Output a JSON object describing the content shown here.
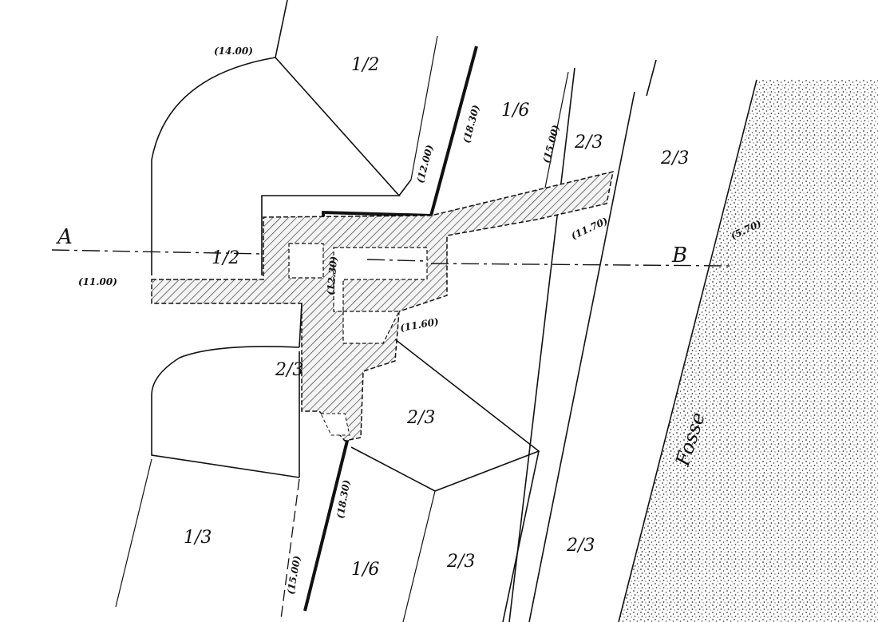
{
  "axis": {
    "start_label": "A",
    "end_label": "B"
  },
  "parcel_labels": [
    "1/2",
    "1/2",
    "1/6",
    "2/3",
    "2/3",
    "2/3",
    "2/3",
    "1/3",
    "1/6",
    "2/3",
    "2/3"
  ],
  "elevations": [
    "(14.00)",
    "(11.00)",
    "(12.00)",
    "(18.30)",
    "(15.00)",
    "(11.70)",
    "(12.30)",
    "(5.70)",
    "(11.60)",
    "(18.30)",
    "(15.00)"
  ],
  "ditch_label": "Fosse"
}
